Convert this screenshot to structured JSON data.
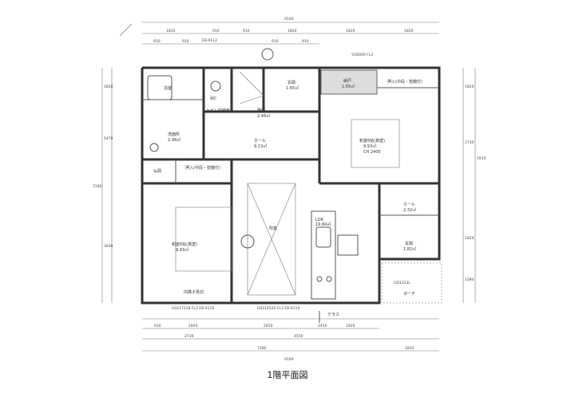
{
  "title": "1階平面図",
  "rooms": {
    "bath": "浴室",
    "toilet": "WC",
    "toilet_note": "トイレ収納有",
    "stairs": "階段",
    "stairs_area": "2.48㎡",
    "entrance_top": "玄関",
    "entrance_top_area": "1.65㎡",
    "storage": "納戸",
    "storage_area": "1.65㎡",
    "closet_top": "押入(中段・枕棚付)",
    "washroom": "洗面所",
    "washroom_area": "2.98㎡",
    "hall": "ホール",
    "hall_area": "9.13㎡",
    "washitsu_right": "和室6帖(真壁)",
    "washitsu_right_area": "9.93㎡",
    "butsuma": "仏間",
    "closet_mid": "押入(中段・枕棚付)",
    "washitsu_left": "和室6帖(真壁)",
    "washitsu_left_area": "9.93㎡",
    "atrium": "吹抜",
    "ldk": "LDK",
    "ldk_area": "19.84㎡",
    "hall_right": "ホール",
    "hall_right_area": "2.32㎡",
    "genkan": "玄関",
    "genkan_area": "1.82㎡",
    "porch": "ポーチ",
    "terrace": "テラス",
    "shoji": "内障子見切",
    "ceiling": "CH 2400"
  },
  "openings": [
    "EB-9112",
    "YG6009 FL3",
    "HSS17218 FL3 EB-9119",
    "HSS16520 FL3 EB-9119",
    "GD1223L"
  ],
  "dimensions": {
    "top_total": "9100",
    "top_row1": [
      "1820",
      "910",
      "910",
      "1820",
      "1820",
      "1820"
    ],
    "top_row2": [
      "910",
      "910",
      "910",
      "910"
    ],
    "bottom_row1": [
      "910",
      "1820",
      "2450",
      "2450",
      "1820"
    ],
    "bottom_row2": [
      "2730",
      "4550"
    ],
    "bottom_row3": [
      "7280",
      "1820"
    ],
    "bottom_total": "9100",
    "left": [
      "1820",
      "1470",
      "7280",
      "3640"
    ],
    "right": [
      "1820",
      "2730",
      "5910",
      "1820",
      "1280"
    ]
  }
}
